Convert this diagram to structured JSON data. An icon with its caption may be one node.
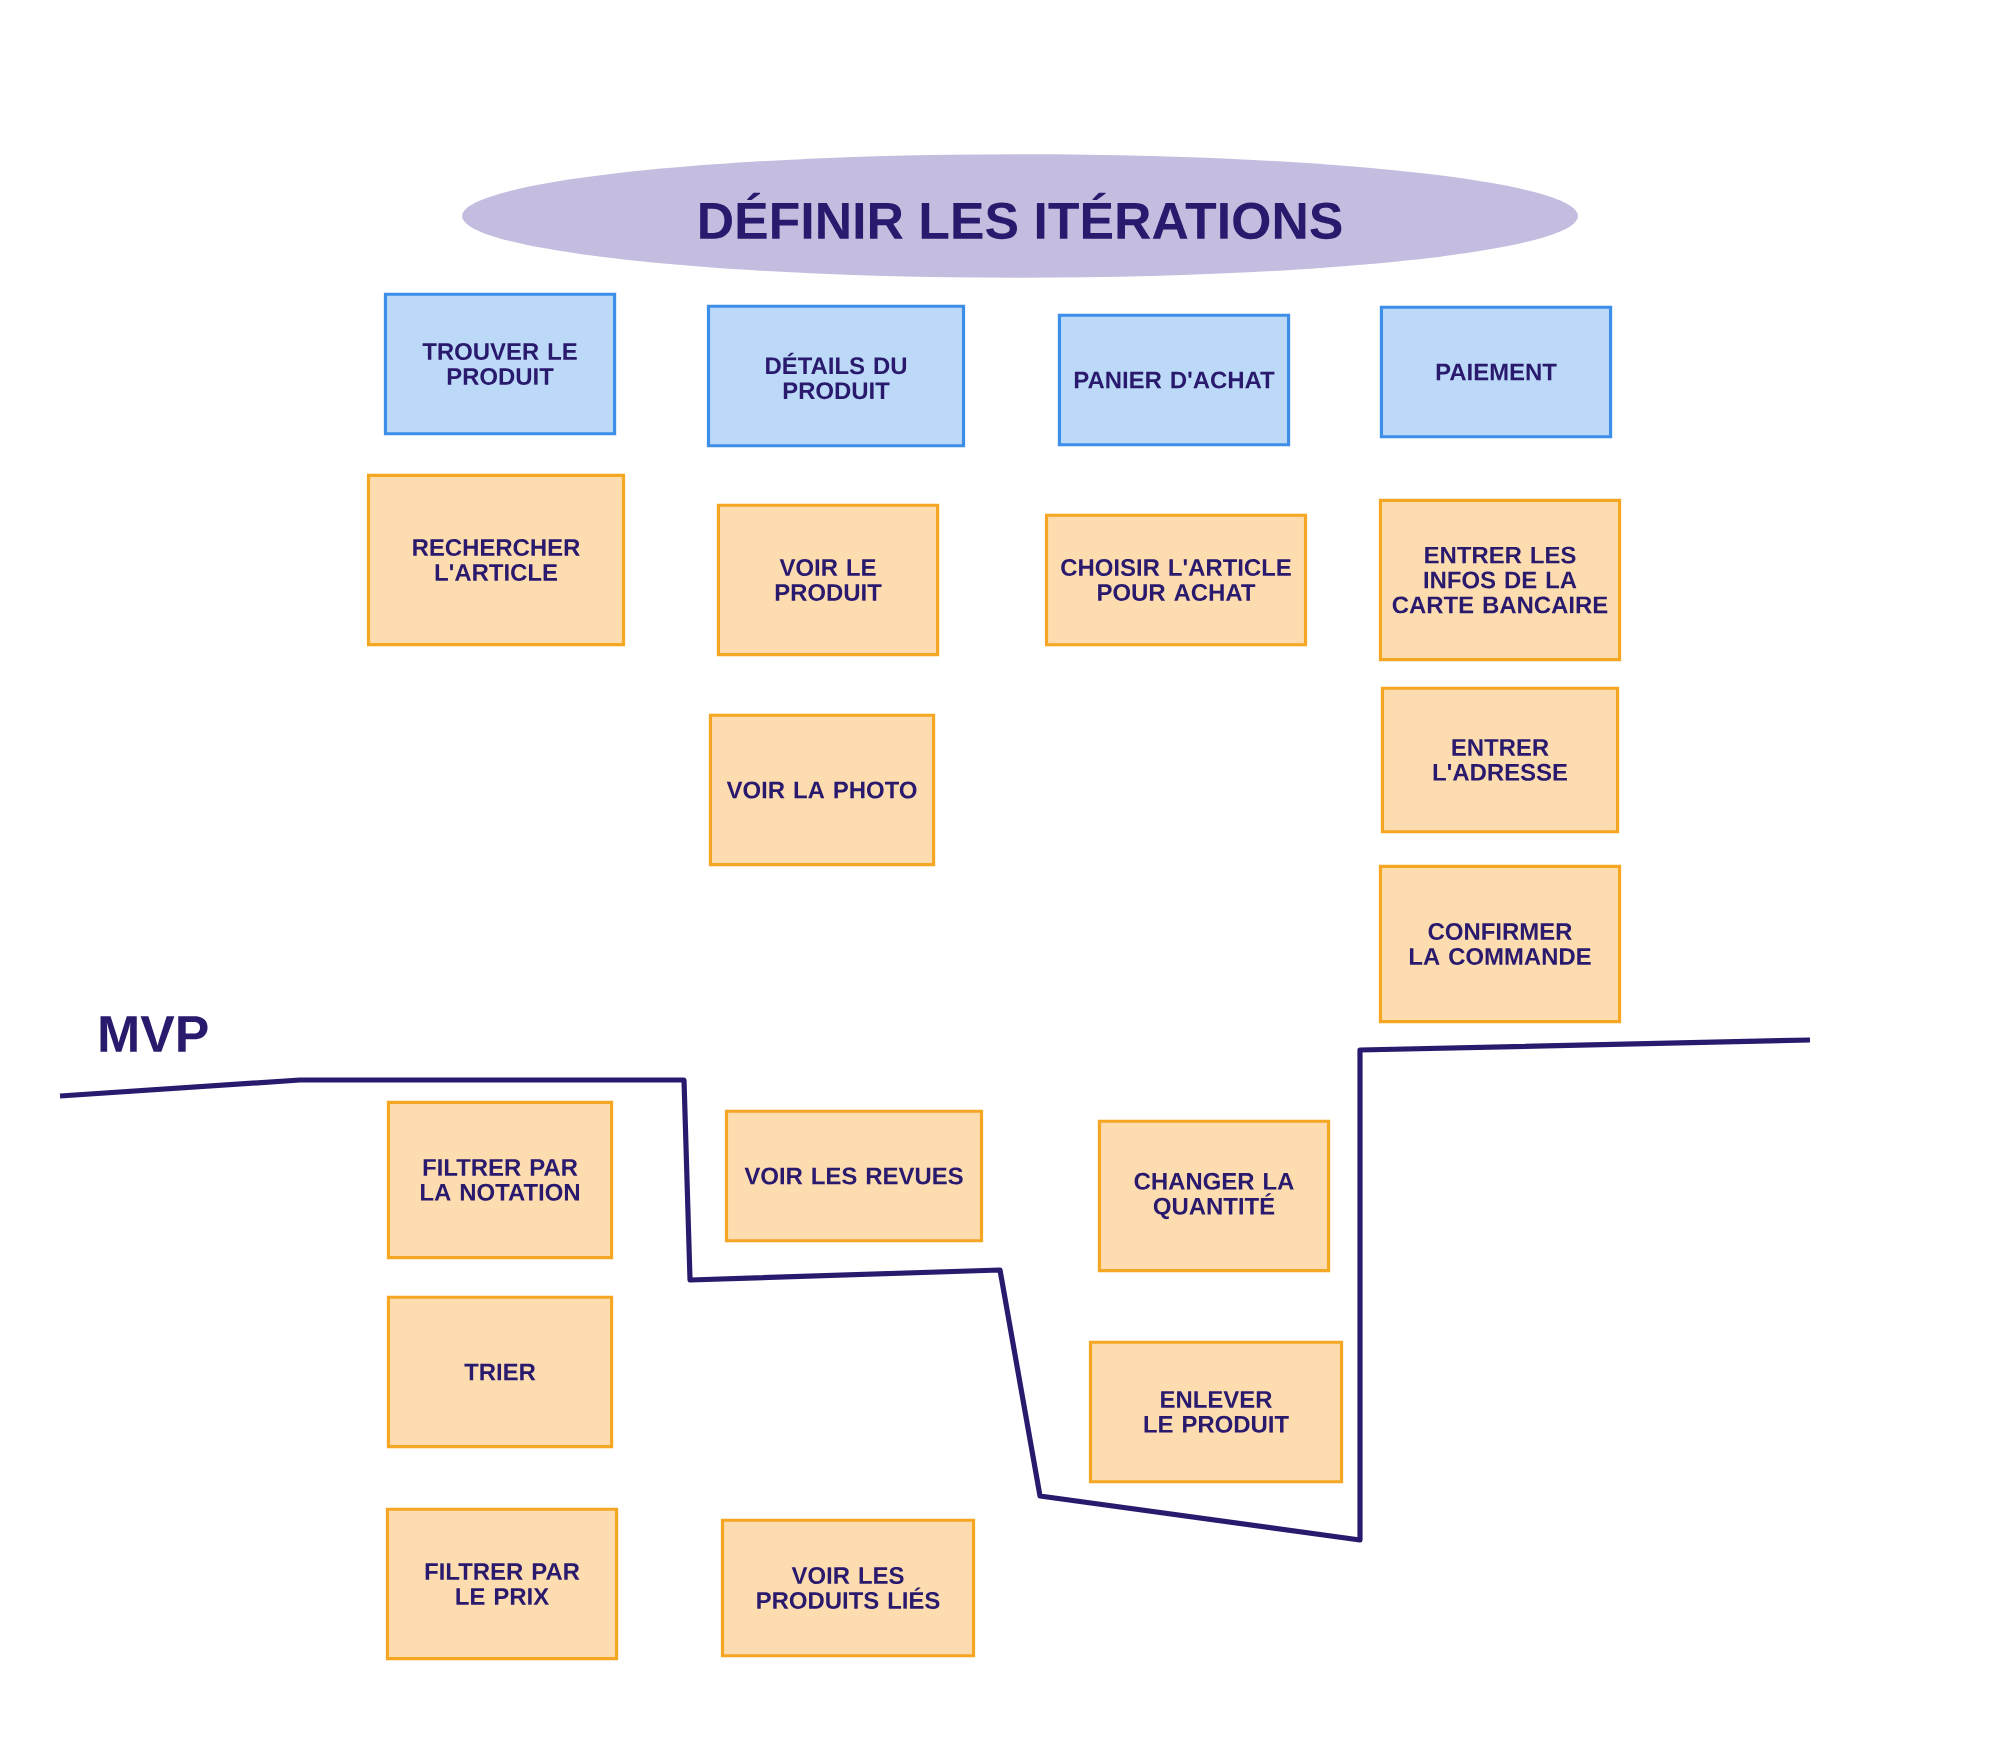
{
  "diagram": {
    "title": "DÉFINIR LES ITÉRATIONS",
    "nodes": [
      {
        "text": [
          "TROUVER LE PRODUIT"
        ]
      },
      {
        "text": [
          "DÉTAILS DU PRODUIT"
        ]
      },
      {
        "text": [
          "PANIER D'ACHAT"
        ]
      },
      {
        "text": [
          "PAIEMENT"
        ]
      },
      {
        "text": [
          "RECHERCHER L'ARTICLE"
        ]
      },
      {
        "text": [
          "VOIR LE PRODUIT"
        ]
      },
      {
        "text": [
          "CHOISIR L'ARTICLE POUR ACHAT"
        ]
      },
      {
        "text": [
          "ENTRER LES INFOS DE LA CARTE BANCAIRE"
        ]
      },
      {
        "text": [
          "VOIR LA PHOTO"
        ]
      },
      {
        "text": [
          "ENTRER L'ADRESSE"
        ]
      },
      {
        "text": [
          "CONFIRMER LA COMMANDE"
        ]
      },
      {
        "text": [
          "FILTRER PAR LA NOTATION"
        ]
      },
      {
        "text": [
          "VOIR LES REVUES"
        ]
      },
      {
        "text": [
          "CHANGER LA QUANTITÉ"
        ]
      },
      {
        "text": [
          "TRIER"
        ]
      },
      {
        "text": [
          "ENLEVER LE PRODUIT"
        ]
      },
      {
        "text": [
          "FILTRER PAR LE PRIX"
        ]
      },
      {
        "text": [
          "VOIR LES PRODUITS LIÉS"
        ]
      }
    ],
    "labels": [
      "MVP"
    ]
  }
}
